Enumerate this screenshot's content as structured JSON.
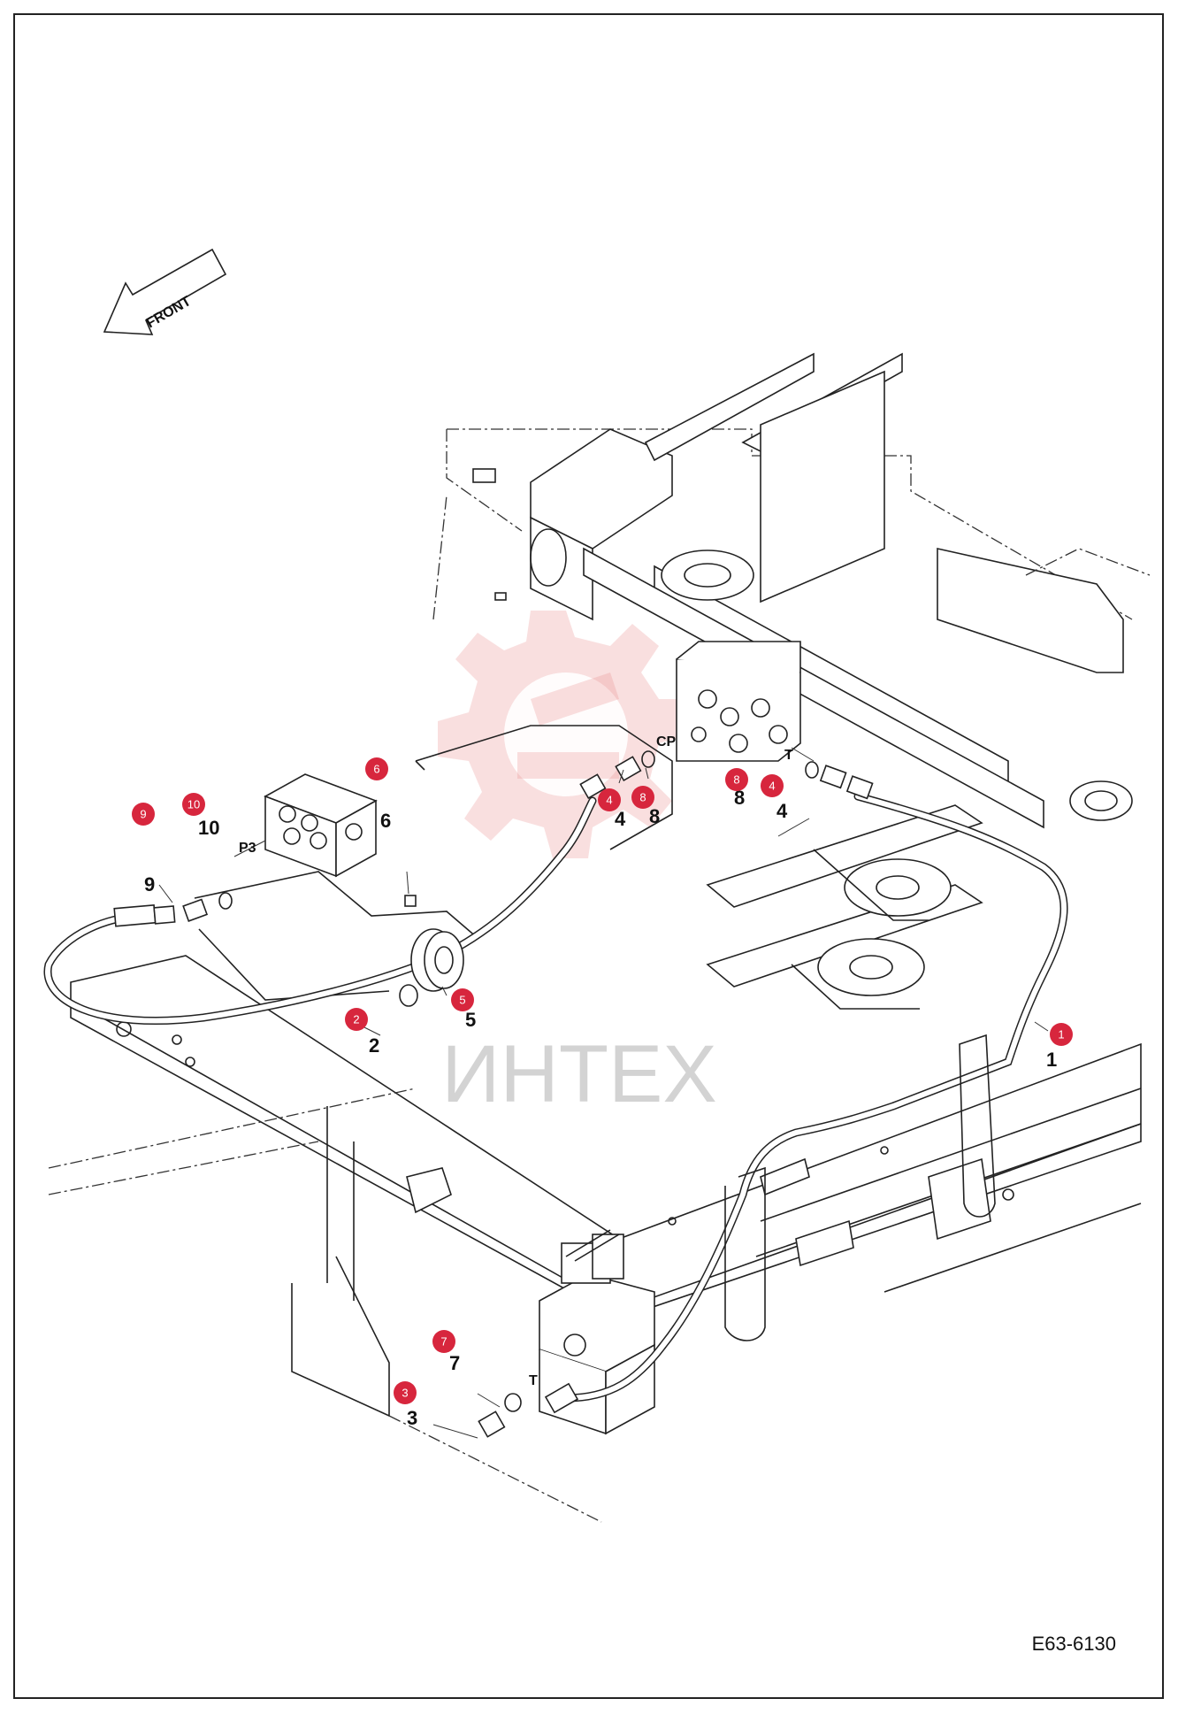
{
  "front_arrow": {
    "label": "FRONT"
  },
  "drawing_code": "E63-6130",
  "watermark": {
    "text": "ИНТЕХ",
    "icon": "gear-wrench-logo"
  },
  "badge_color": "#d7263d",
  "callouts": [
    {
      "badge": "1",
      "text": "1"
    },
    {
      "badge": "2",
      "text": "2"
    },
    {
      "badge": "3",
      "text": "3"
    },
    {
      "badge": "4",
      "text": "4"
    },
    {
      "badge": "4",
      "text": "4"
    },
    {
      "badge": "5",
      "text": "5"
    },
    {
      "badge": "6",
      "text": "6"
    },
    {
      "badge": "7",
      "text": "7"
    },
    {
      "badge": "8",
      "text": "8"
    },
    {
      "badge": "8",
      "text": "8"
    },
    {
      "badge": "9",
      "text": "9"
    },
    {
      "badge": "10",
      "text": "10"
    }
  ],
  "port_labels": {
    "p3": "P3",
    "cp": "CP",
    "t_upper": "T",
    "t_lower": "T"
  }
}
